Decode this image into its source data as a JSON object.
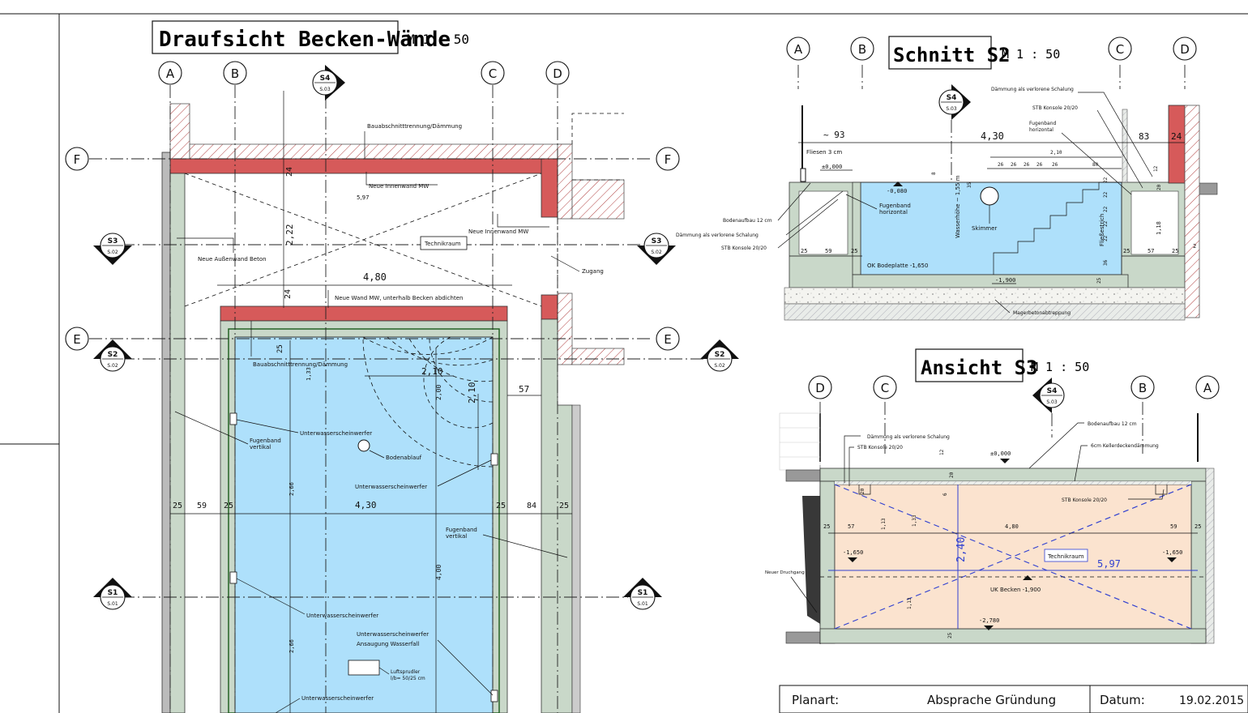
{
  "titles": {
    "plan": "Draufsicht Becken-Wände",
    "section": "Schnitt S2",
    "elevation": "Ansicht S3",
    "scale": "M  1 : 50"
  },
  "axes": {
    "A": "A",
    "B": "B",
    "C": "C",
    "D": "D",
    "E": "E",
    "F": "F"
  },
  "markers": {
    "s4": "S4",
    "s3": "S3",
    "s2": "S2",
    "s1": "S1",
    "s01": "S.01",
    "s02": "S.02",
    "s03": "S.03"
  },
  "plan": {
    "lbl_bauabschnitt_top": "Bauabschnitttrennung/Dämmung",
    "lbl_neue_innenwand_1": "Neue Innenwand MW",
    "lbl_neue_innenwand_2": "Neue Innenwand MW",
    "lbl_technikraum": "Technikraum",
    "lbl_zugang": "Zugang",
    "lbl_aussenwand": "Neue Außenwand Beton",
    "lbl_neue_wand_becken": "Neue Wand MW, unterhalb Becken abdichten",
    "lbl_bauabschnitt_2": "Bauabschnitttrennung/Dämmung",
    "lbl_fugenband_v1": "Fugenband",
    "lbl_fugenband_v1b": "vertikal",
    "lbl_fugenband_v2": "Fugenband",
    "lbl_fugenband_v2b": "vertikal",
    "lbl_uws_1": "Unterwasserscheinwerfer",
    "lbl_uws_2": "Unterwasserscheinwerfer",
    "lbl_uws_3": "Unterwasserscheinwerfer",
    "lbl_uws_4": "Unterwasserscheinwerfer",
    "lbl_uws_5": "Unterwasserscheinwerfer",
    "lbl_ansaugung": "Ansaugung Wasserfall",
    "lbl_bodenablauf": "Bodenablauf",
    "lbl_luftsprudler": "Luftsprudler",
    "lbl_luftsprudler_b": "l/b= 50/25 cm",
    "d_597": "5,97",
    "d_24a": "24",
    "d_222": "2,22",
    "d_480": "4,80",
    "d_24b": "24",
    "d_25": "25",
    "d_133": "1,33",
    "d_210a": "2,10",
    "d_200": "2,00",
    "d_210b": "2,10",
    "d_57": "57",
    "d_25a": "25",
    "d_59": "59",
    "d_25b": "25",
    "d_430": "4,30",
    "d_25c": "25",
    "d_84": "84",
    "d_25d": "25",
    "d_266a": "2,66",
    "d_266b": "2,66",
    "d_400": "4,00"
  },
  "section": {
    "lbl_daemmung": "Dämmung als verlorene Schalung",
    "lbl_stb": "STB Konsole 20/20",
    "lbl_fugenband": "Fugenband",
    "lbl_fugenband_b": "horizontal",
    "lbl_fliesen": "Fliesen 3 cm",
    "lbl_fugenband2": "Fugenband",
    "lbl_fugenband2_b": "horizontal",
    "lbl_bodenaufbau": "Bodenaufbau 12 cm",
    "lbl_daemmung2": "Dämmung als verlorene Schalung",
    "lbl_stb2": "STB Konsole 20/20",
    "lbl_skimmer": "Skimmer",
    "lbl_wasserhoehe": "Wasserhöhe ~ 1,55 m",
    "lbl_fliessestrich": "Fließestrich",
    "lbl_ok_bodenplatte": "OK Bodeplatte -1,650",
    "lbl_magerbeton": "Magerbetonabtreppung",
    "d_93": "~ 93",
    "d_430": "4,30",
    "d_83": "83",
    "d_24": "24",
    "d_210": "2,10",
    "d_26": "26",
    "d_80": "80",
    "d_12": "12",
    "d_000": "±0,000",
    "d_m080": "-0,080",
    "d_8": "8",
    "d_35": "35",
    "d_20": "20",
    "d_22": "22",
    "d_118": "1,18",
    "d_25a": "25",
    "d_59": "59",
    "d_25b": "25",
    "d_25c": "25",
    "d_57": "57",
    "d_25d": "25",
    "d_2": "2",
    "d_36": "36",
    "d_m1900": "-1,900"
  },
  "elevation": {
    "lbl_daemmung": "Dämmung als verlorene Schalung",
    "lbl_stb": "STB Konsole 20/20",
    "lbl_bodenaufbau": "Bodenaufbau 12 cm",
    "lbl_kellerdecke": "6cm Kellerdeckendämmung",
    "lbl_stb2": "STB Konsole 20/20",
    "lbl_technikraum": "Technikraum",
    "lbl_uk_becken": "UK Becken -1,900",
    "lbl_durchgang": "Neuer Druchgang",
    "d_12": "12",
    "d_000": "±0,000",
    "d_20a": "20",
    "d_20b": "20",
    "d_6": "6",
    "d_25a": "25",
    "d_57": "57",
    "d_113": "1,13",
    "d_133": "1,33",
    "d_480": "4,80",
    "d_59": "59",
    "d_25b": "25",
    "d_m1650a": "-1,650",
    "d_m1650b": "-1,650",
    "d_240": "2,40",
    "d_597": "5,97",
    "d_113b": "1,13",
    "d_m2780": "-2,780",
    "d_25c": "25"
  },
  "titleblock": {
    "planart_label": "Planart:",
    "planart_value": "Absprache Gründung",
    "datum_label": "Datum:",
    "datum_value": "19.02.2015"
  },
  "colors": {
    "water": "#aee0fb",
    "wall": "#c9d8c9",
    "red_wall": "#d65a5a",
    "elevation_fill": "#fbe3cf",
    "dim_blue": "#3040d0"
  }
}
